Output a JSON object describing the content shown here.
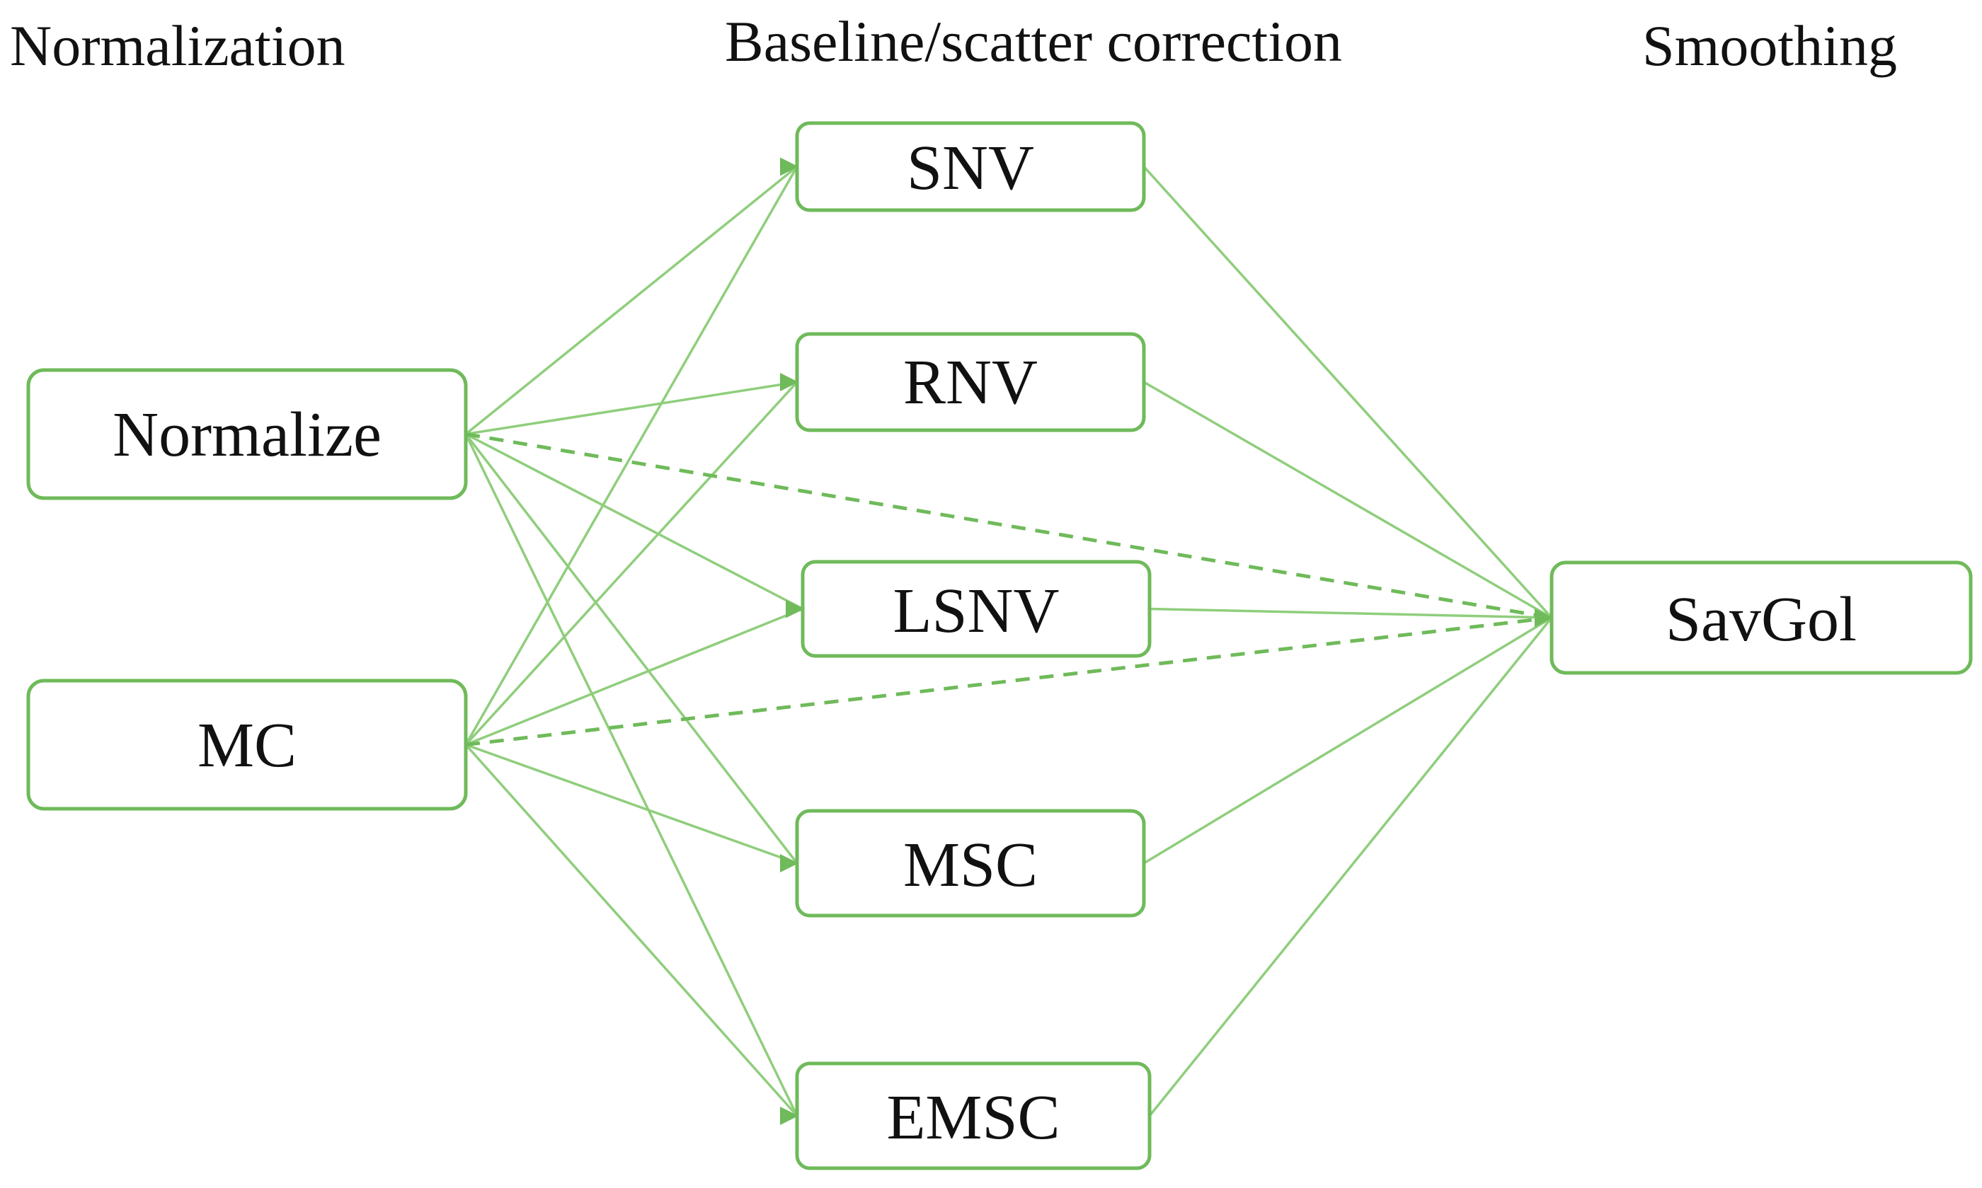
{
  "colors": {
    "node_stroke": "#6fba5a",
    "edge": "#8fce7c",
    "arrowhead": "#6fba5a",
    "text": "#111111"
  },
  "headings": {
    "normalization": "Normalization",
    "baseline": "Baseline/scatter correction",
    "smoothing": "Smoothing"
  },
  "nodes": {
    "normalize": "Normalize",
    "mc": "MC",
    "snv": "SNV",
    "rnv": "RNV",
    "lsnv": "LSNV",
    "msc": "MSC",
    "emsc": "EMSC",
    "savgol": "SavGol"
  },
  "edges": [
    {
      "from": "normalize",
      "to": "snv",
      "style": "solid"
    },
    {
      "from": "normalize",
      "to": "rnv",
      "style": "solid"
    },
    {
      "from": "normalize",
      "to": "lsnv",
      "style": "solid"
    },
    {
      "from": "normalize",
      "to": "msc",
      "style": "solid"
    },
    {
      "from": "normalize",
      "to": "emsc",
      "style": "solid"
    },
    {
      "from": "mc",
      "to": "snv",
      "style": "solid"
    },
    {
      "from": "mc",
      "to": "rnv",
      "style": "solid"
    },
    {
      "from": "mc",
      "to": "lsnv",
      "style": "solid"
    },
    {
      "from": "mc",
      "to": "msc",
      "style": "solid"
    },
    {
      "from": "mc",
      "to": "emsc",
      "style": "solid"
    },
    {
      "from": "normalize",
      "to": "savgol",
      "style": "dashed"
    },
    {
      "from": "mc",
      "to": "savgol",
      "style": "dashed"
    },
    {
      "from": "snv",
      "to": "savgol",
      "style": "solid"
    },
    {
      "from": "rnv",
      "to": "savgol",
      "style": "solid"
    },
    {
      "from": "lsnv",
      "to": "savgol",
      "style": "solid"
    },
    {
      "from": "msc",
      "to": "savgol",
      "style": "solid"
    },
    {
      "from": "emsc",
      "to": "savgol",
      "style": "solid"
    }
  ]
}
